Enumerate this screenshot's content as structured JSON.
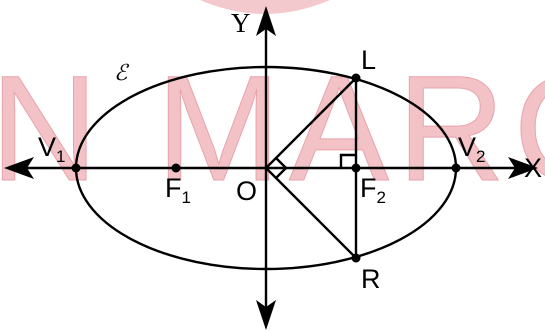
{
  "watermark": {
    "text": "N MARCO",
    "color": "#f2c2c6"
  },
  "labels": {
    "curve": "ℰ",
    "y_axis": "Y",
    "x_axis": "X",
    "origin": "O",
    "L": "L",
    "R": "R",
    "V1": {
      "main": "V",
      "sub": "1"
    },
    "V2": {
      "main": "V",
      "sub": "2"
    },
    "F1": {
      "main": "F",
      "sub": "1"
    },
    "F2": {
      "main": "F",
      "sub": "2"
    }
  },
  "colors": {
    "stroke": "#000000",
    "background": "#ffffff"
  }
}
